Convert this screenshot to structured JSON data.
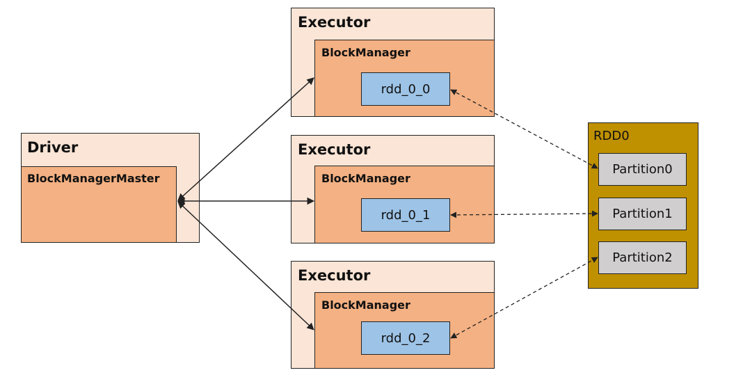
{
  "driver": {
    "title": "Driver",
    "master_label": "BlockManagerMaster"
  },
  "executors": [
    {
      "title": "Executor",
      "block_manager_label": "BlockManager",
      "block_label": "rdd_0_0"
    },
    {
      "title": "Executor",
      "block_manager_label": "BlockManager",
      "block_label": "rdd_0_1"
    },
    {
      "title": "Executor",
      "block_manager_label": "BlockManager",
      "block_label": "rdd_0_2"
    }
  ],
  "rdd": {
    "title": "RDD0",
    "partitions": [
      "Partition0",
      "Partition1",
      "Partition2"
    ]
  },
  "colors": {
    "outer_fill": "#fbe5d6",
    "inner_fill": "#f4b183",
    "block_fill": "#9dc3e6",
    "rdd_fill": "#bf9000",
    "partition_fill": "#d0cece",
    "line": "#222222"
  }
}
